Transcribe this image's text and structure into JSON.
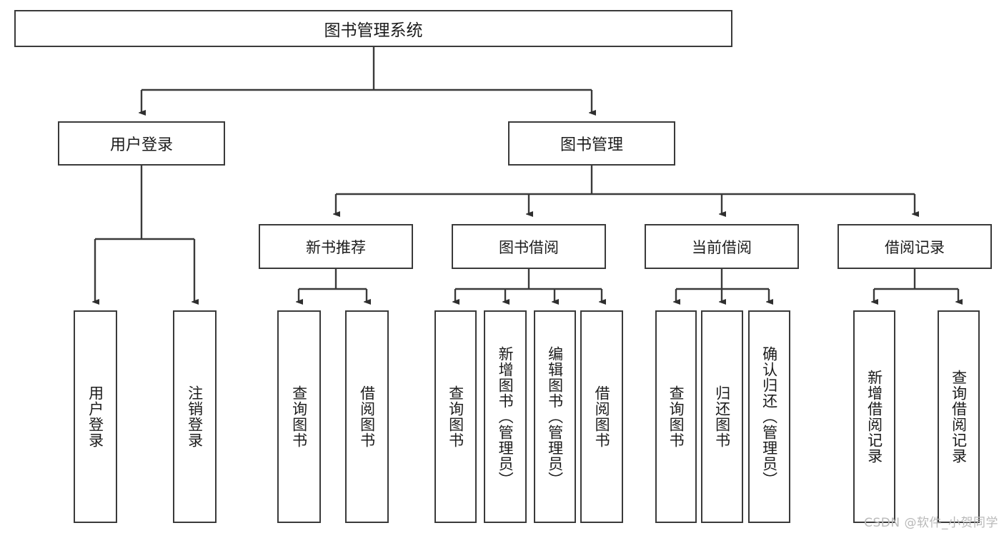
{
  "diagram": {
    "type": "tree",
    "title": "图书管理系统",
    "watermark": "CSDN @软件_小贺同学",
    "line_color": "#3a3a3a",
    "background": "#ffffff",
    "text_color": "#1c1c1c",
    "root": {
      "label": "图书管理系统"
    },
    "level2": [
      {
        "label": "用户登录"
      },
      {
        "label": "图书管理"
      }
    ],
    "level3": [
      {
        "label": "新书推荐"
      },
      {
        "label": "图书借阅"
      },
      {
        "label": "当前借阅"
      },
      {
        "label": "借阅记录"
      }
    ],
    "leaves": {
      "user_login": [
        {
          "label": "用户登录"
        },
        {
          "label": "注销登录"
        }
      ],
      "new_book_recommend": [
        {
          "label": "查询图书"
        },
        {
          "label": "借阅图书"
        }
      ],
      "book_borrow": [
        {
          "label": "查询图书"
        },
        {
          "label": "新增图书（管理员）"
        },
        {
          "label": "编辑图书（管理员）"
        },
        {
          "label": "借阅图书"
        }
      ],
      "current_borrow": [
        {
          "label": "查询图书"
        },
        {
          "label": "归还图书"
        },
        {
          "label": "确认归还（管理员）"
        }
      ],
      "borrow_record": [
        {
          "label": "新增借阅记录"
        },
        {
          "label": "查询借阅记录"
        }
      ]
    }
  }
}
